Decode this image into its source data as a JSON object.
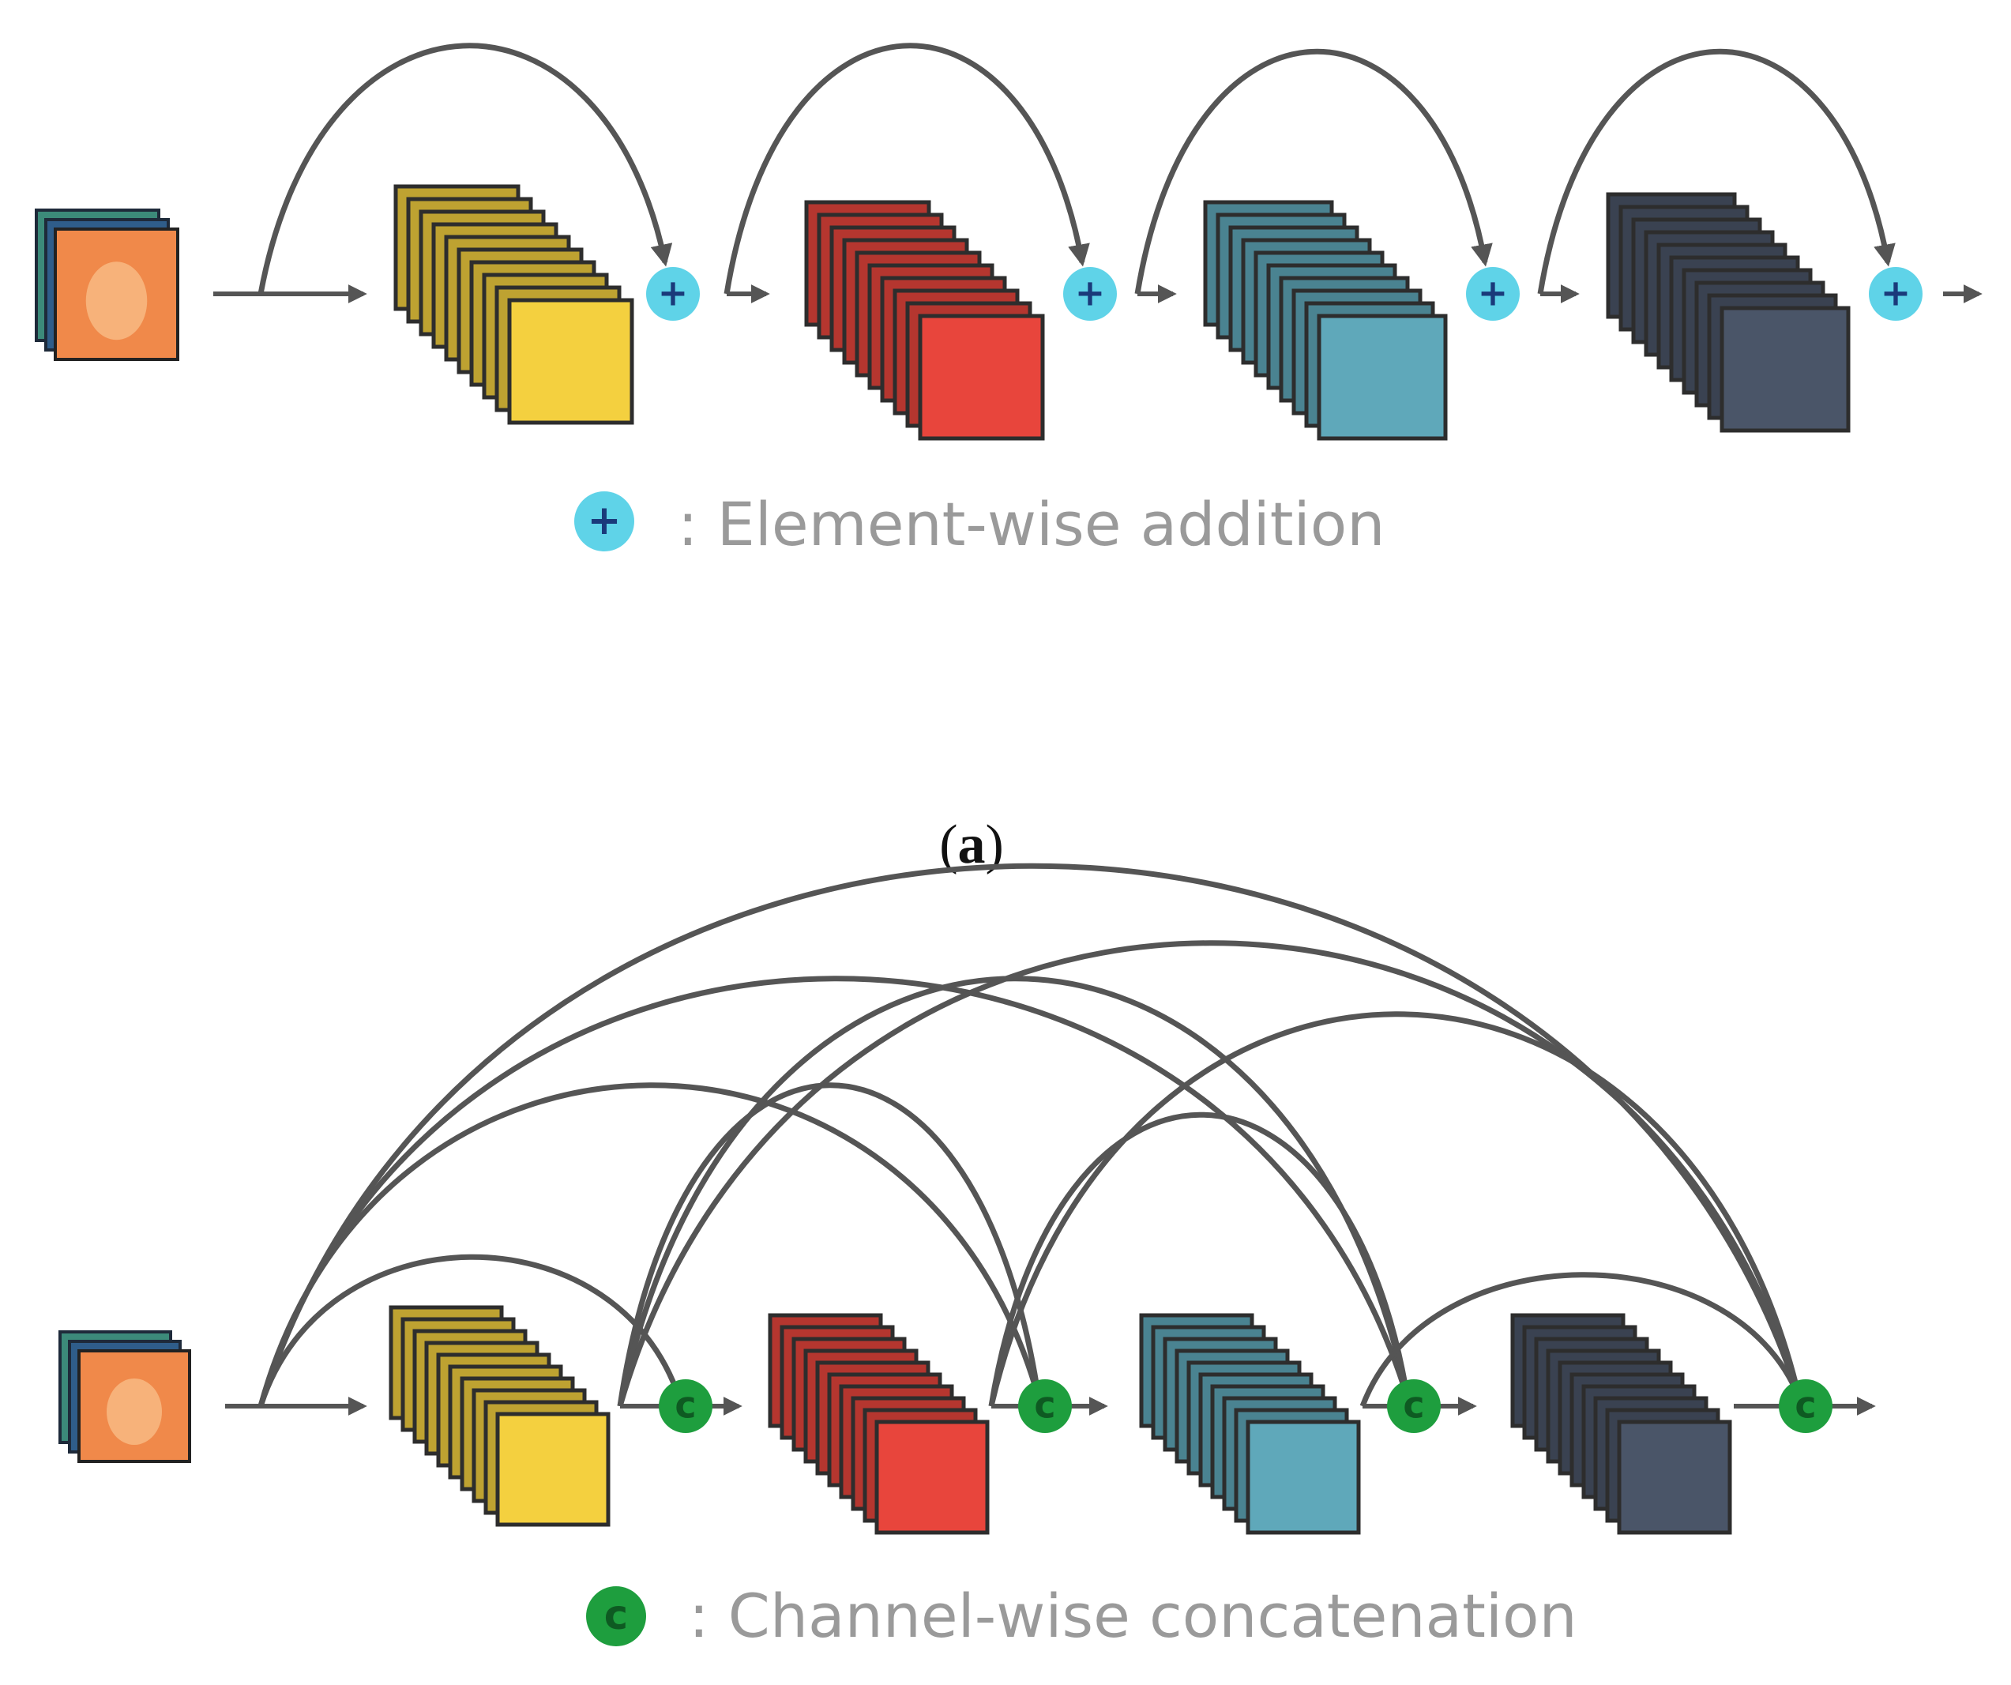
{
  "panel_a": {
    "caption_open": "(",
    "caption_letter": "a",
    "caption_close": ")",
    "legend_label": ": Element-wise addition",
    "operator_symbol": "+",
    "operator_color": "#5fd3e8",
    "operator_name": "plus-icon",
    "block_colors": [
      "#f4d03f",
      "#e8453c",
      "#5fa8ba",
      "#4a5568"
    ],
    "block_names": [
      "yellow",
      "red",
      "teal",
      "navy"
    ],
    "input_name": "cat-image-icon"
  },
  "panel_b": {
    "legend_label": ": Channel-wise concatenation",
    "operator_symbol": "c",
    "operator_color": "#1e9e3e",
    "operator_name": "concat-icon",
    "block_colors": [
      "#f4d03f",
      "#e8453c",
      "#5fa8ba",
      "#4a5568"
    ],
    "block_names": [
      "yellow",
      "red",
      "teal",
      "navy"
    ],
    "input_name": "cat-image-icon"
  },
  "style": {
    "arrow_color": "#555555",
    "background": "#ffffff"
  }
}
